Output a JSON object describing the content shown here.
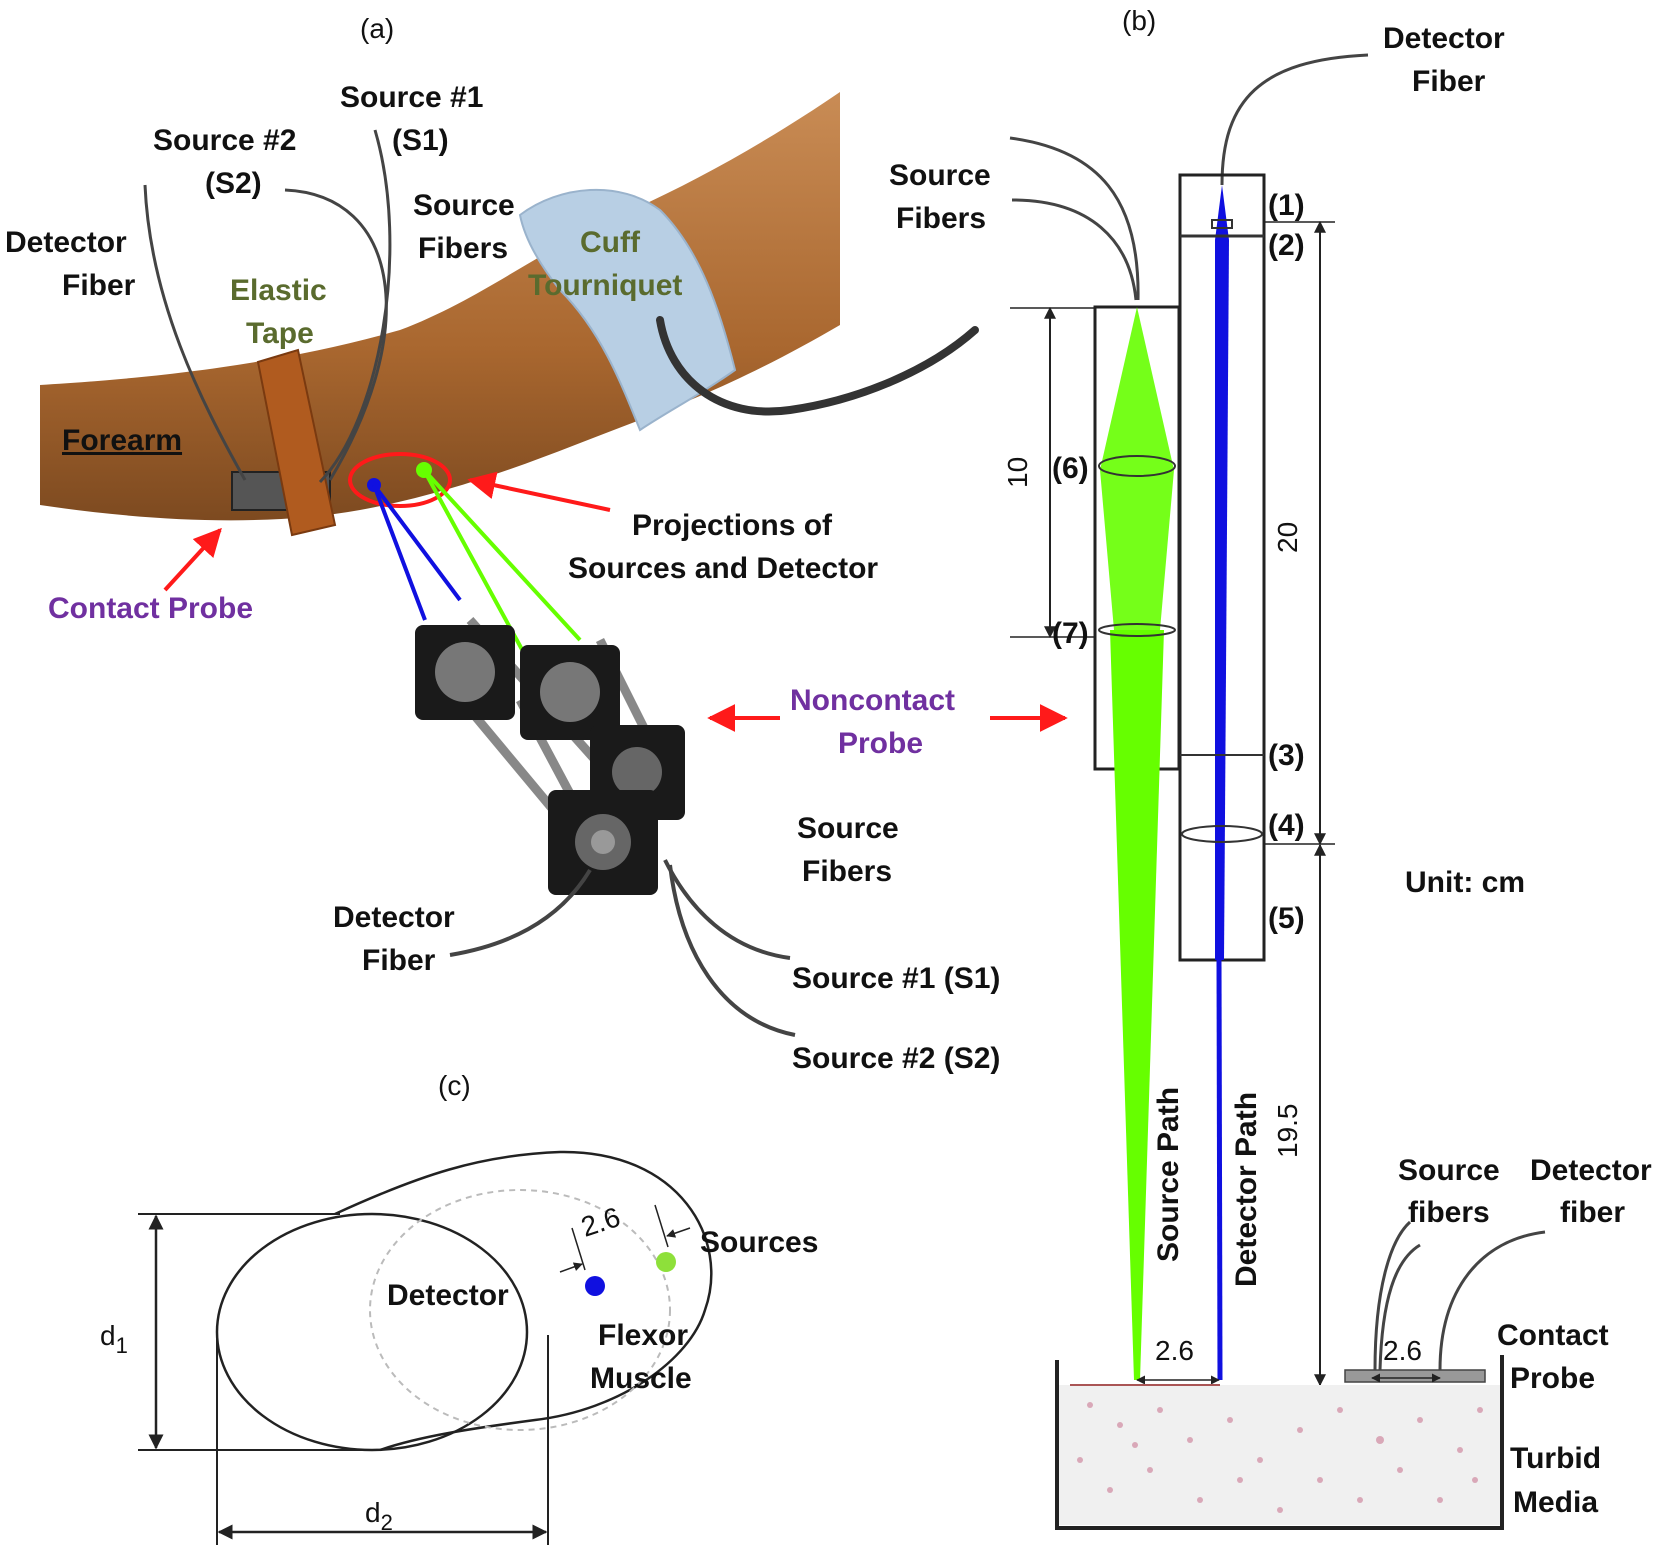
{
  "panels": {
    "a": "(a)",
    "b": "(b)",
    "c": "(c)"
  },
  "panel_a": {
    "source1_line1": "Source #1",
    "source1_line2": "(S1)",
    "source2_line1": "Source #2",
    "source2_line2": "(S2)",
    "source_fibers_line1": "Source",
    "source_fibers_line2": "Fibers",
    "detector_fiber_line1": "Detector",
    "detector_fiber_line2": "Fiber",
    "elastic_tape_line1": "Elastic",
    "elastic_tape_line2": "Tape",
    "cuff_line1": "Cuff",
    "cuff_line2": "Tourniquet",
    "forearm": "Forearm",
    "contact_probe": "Contact Probe",
    "projections_line1": "Projections of",
    "projections_line2": "Sources and Detector",
    "noncontact_line1": "Noncontact",
    "noncontact_line2": "Probe",
    "probe_source_fibers_line1": "Source",
    "probe_source_fibers_line2": "Fibers",
    "probe_detector_line1": "Detector",
    "probe_detector_line2": "Fiber",
    "probe_s1": "Source #1 (S1)",
    "probe_s2": "Source #2 (S2)"
  },
  "panel_b": {
    "detector_fiber_line1": "Detector",
    "detector_fiber_line2": "Fiber",
    "source_fibers_line1": "Source",
    "source_fibers_line2": "Fibers",
    "markers": [
      "(1)",
      "(2)",
      "(3)",
      "(4)",
      "(5)",
      "(6)",
      "(7)"
    ],
    "dim_10": "10",
    "dim_20": "20",
    "dim_19_5": "19.5",
    "dim_2_6_a": "2.6",
    "dim_2_6_b": "2.6",
    "unit": "Unit: cm",
    "source_path": "Source Path",
    "detector_path": "Detector Path",
    "source_fibers_small_line1": "Source",
    "source_fibers_small_line2": "fibers",
    "detector_fiber_small_line1": "Detector",
    "detector_fiber_small_line2": "fiber",
    "contact_probe_line1": "Contact",
    "contact_probe_line2": "Probe",
    "turbid_line1": "Turbid",
    "turbid_line2": "Media"
  },
  "panel_c": {
    "d1": "d",
    "d1_sub": "1",
    "d2": "d",
    "d2_sub": "2",
    "dim_2_6": "2.6",
    "sources": "Sources",
    "detector": "Detector",
    "flexor_line1": "Flexor",
    "flexor_line2": "Muscle"
  },
  "colors": {
    "source_green": "#66ff00",
    "detector_blue": "#1010e0",
    "arrow_red": "#ff1a1a",
    "label_purple": "#7030a0",
    "label_olive": "#5a6b2e",
    "cuff": "#b8cfe4",
    "skin": "#b97a45"
  }
}
